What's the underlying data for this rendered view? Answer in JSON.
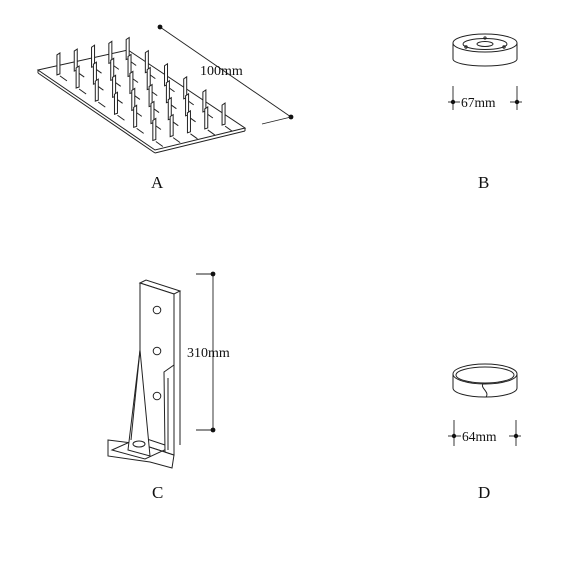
{
  "panels": [
    {
      "id": "A",
      "letter": "A",
      "dimension": "100mm"
    },
    {
      "id": "B",
      "letter": "B",
      "dimension": "67mm"
    },
    {
      "id": "C",
      "letter": "C",
      "dimension": "310mm"
    },
    {
      "id": "D",
      "letter": "D",
      "dimension": "64mm"
    }
  ]
}
